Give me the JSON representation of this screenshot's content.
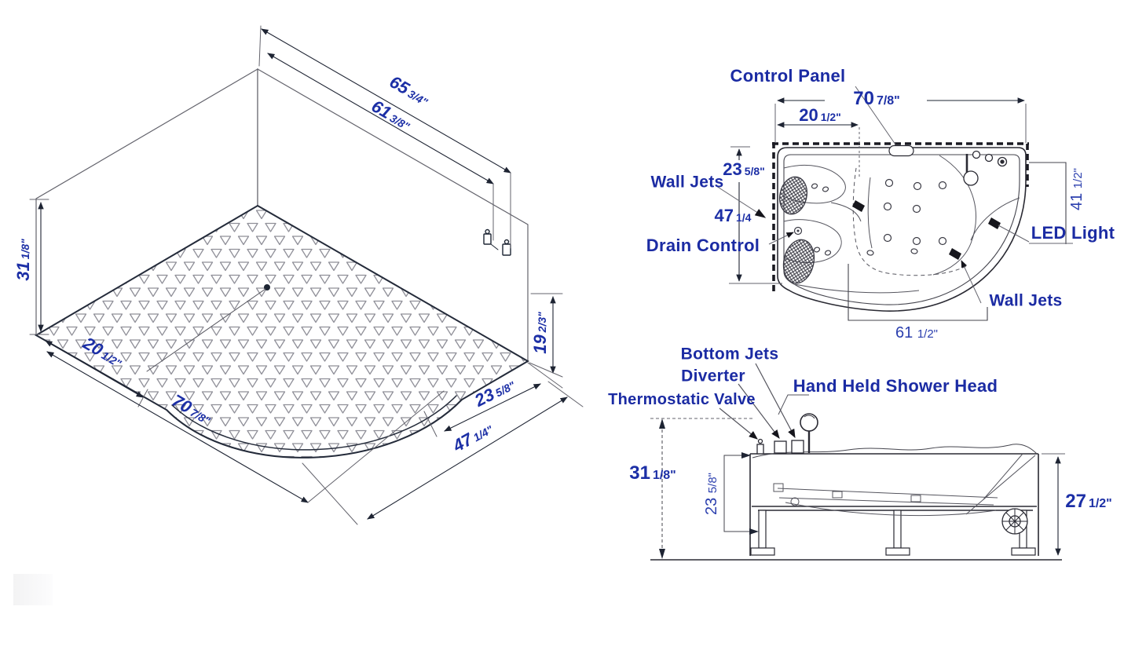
{
  "figure": {
    "type": "technical-drawing",
    "subject": "corner whirlpool bathtub dimension diagram"
  },
  "colors": {
    "label_blue": "#1b2ba3",
    "dim_blue": "#1c2fa6",
    "line_dark": "#2b2b35",
    "line_gray": "#63636c"
  },
  "iso_view": {
    "dims": {
      "top_outer": {
        "num": "65",
        "frac": "3/4\""
      },
      "top_inner": {
        "num": "61",
        "frac": "3/8\""
      },
      "height": {
        "num": "31",
        "frac": "1/8\""
      },
      "wall_height": {
        "num": "19",
        "frac": "2/3\""
      },
      "edge_short": {
        "num": "20",
        "frac": "1/2\""
      },
      "edge_long": {
        "num": "70",
        "frac": "7/8\""
      },
      "front_short": {
        "num": "23",
        "frac": "5/8\""
      },
      "front_long": {
        "num": "47",
        "frac": "1/4\""
      }
    }
  },
  "top_view": {
    "labels": {
      "control_panel": "Control Panel",
      "wall_jets_left": "Wall Jets",
      "drain_control": "Drain Control",
      "led_light": "LED Light",
      "wall_jets_bottom": "Wall Jets"
    },
    "dims": {
      "width": {
        "num": "70",
        "frac": "7/8\""
      },
      "left_offset": {
        "num": "20",
        "frac": "1/2\""
      },
      "left_depth": {
        "num": "23",
        "frac": "5/8\""
      },
      "inner_width": {
        "num": "47",
        "frac": "1/4"
      },
      "right_depth": {
        "num": "41",
        "frac": "1/2\""
      },
      "bottom_width": {
        "num": "61",
        "frac": "1/2\""
      }
    }
  },
  "side_view": {
    "labels": {
      "bottom_jets": "Bottom Jets",
      "diverter": "Diverter",
      "thermostatic_valve": "Thermostatic Valve",
      "shower_head": "Hand Held Shower Head"
    },
    "dims": {
      "total_height": {
        "num": "31",
        "frac": "1/8\""
      },
      "inner_depth": {
        "num": "23",
        "frac": "5/8\""
      },
      "rim_height": {
        "num": "27",
        "frac": "1/2\""
      }
    }
  }
}
